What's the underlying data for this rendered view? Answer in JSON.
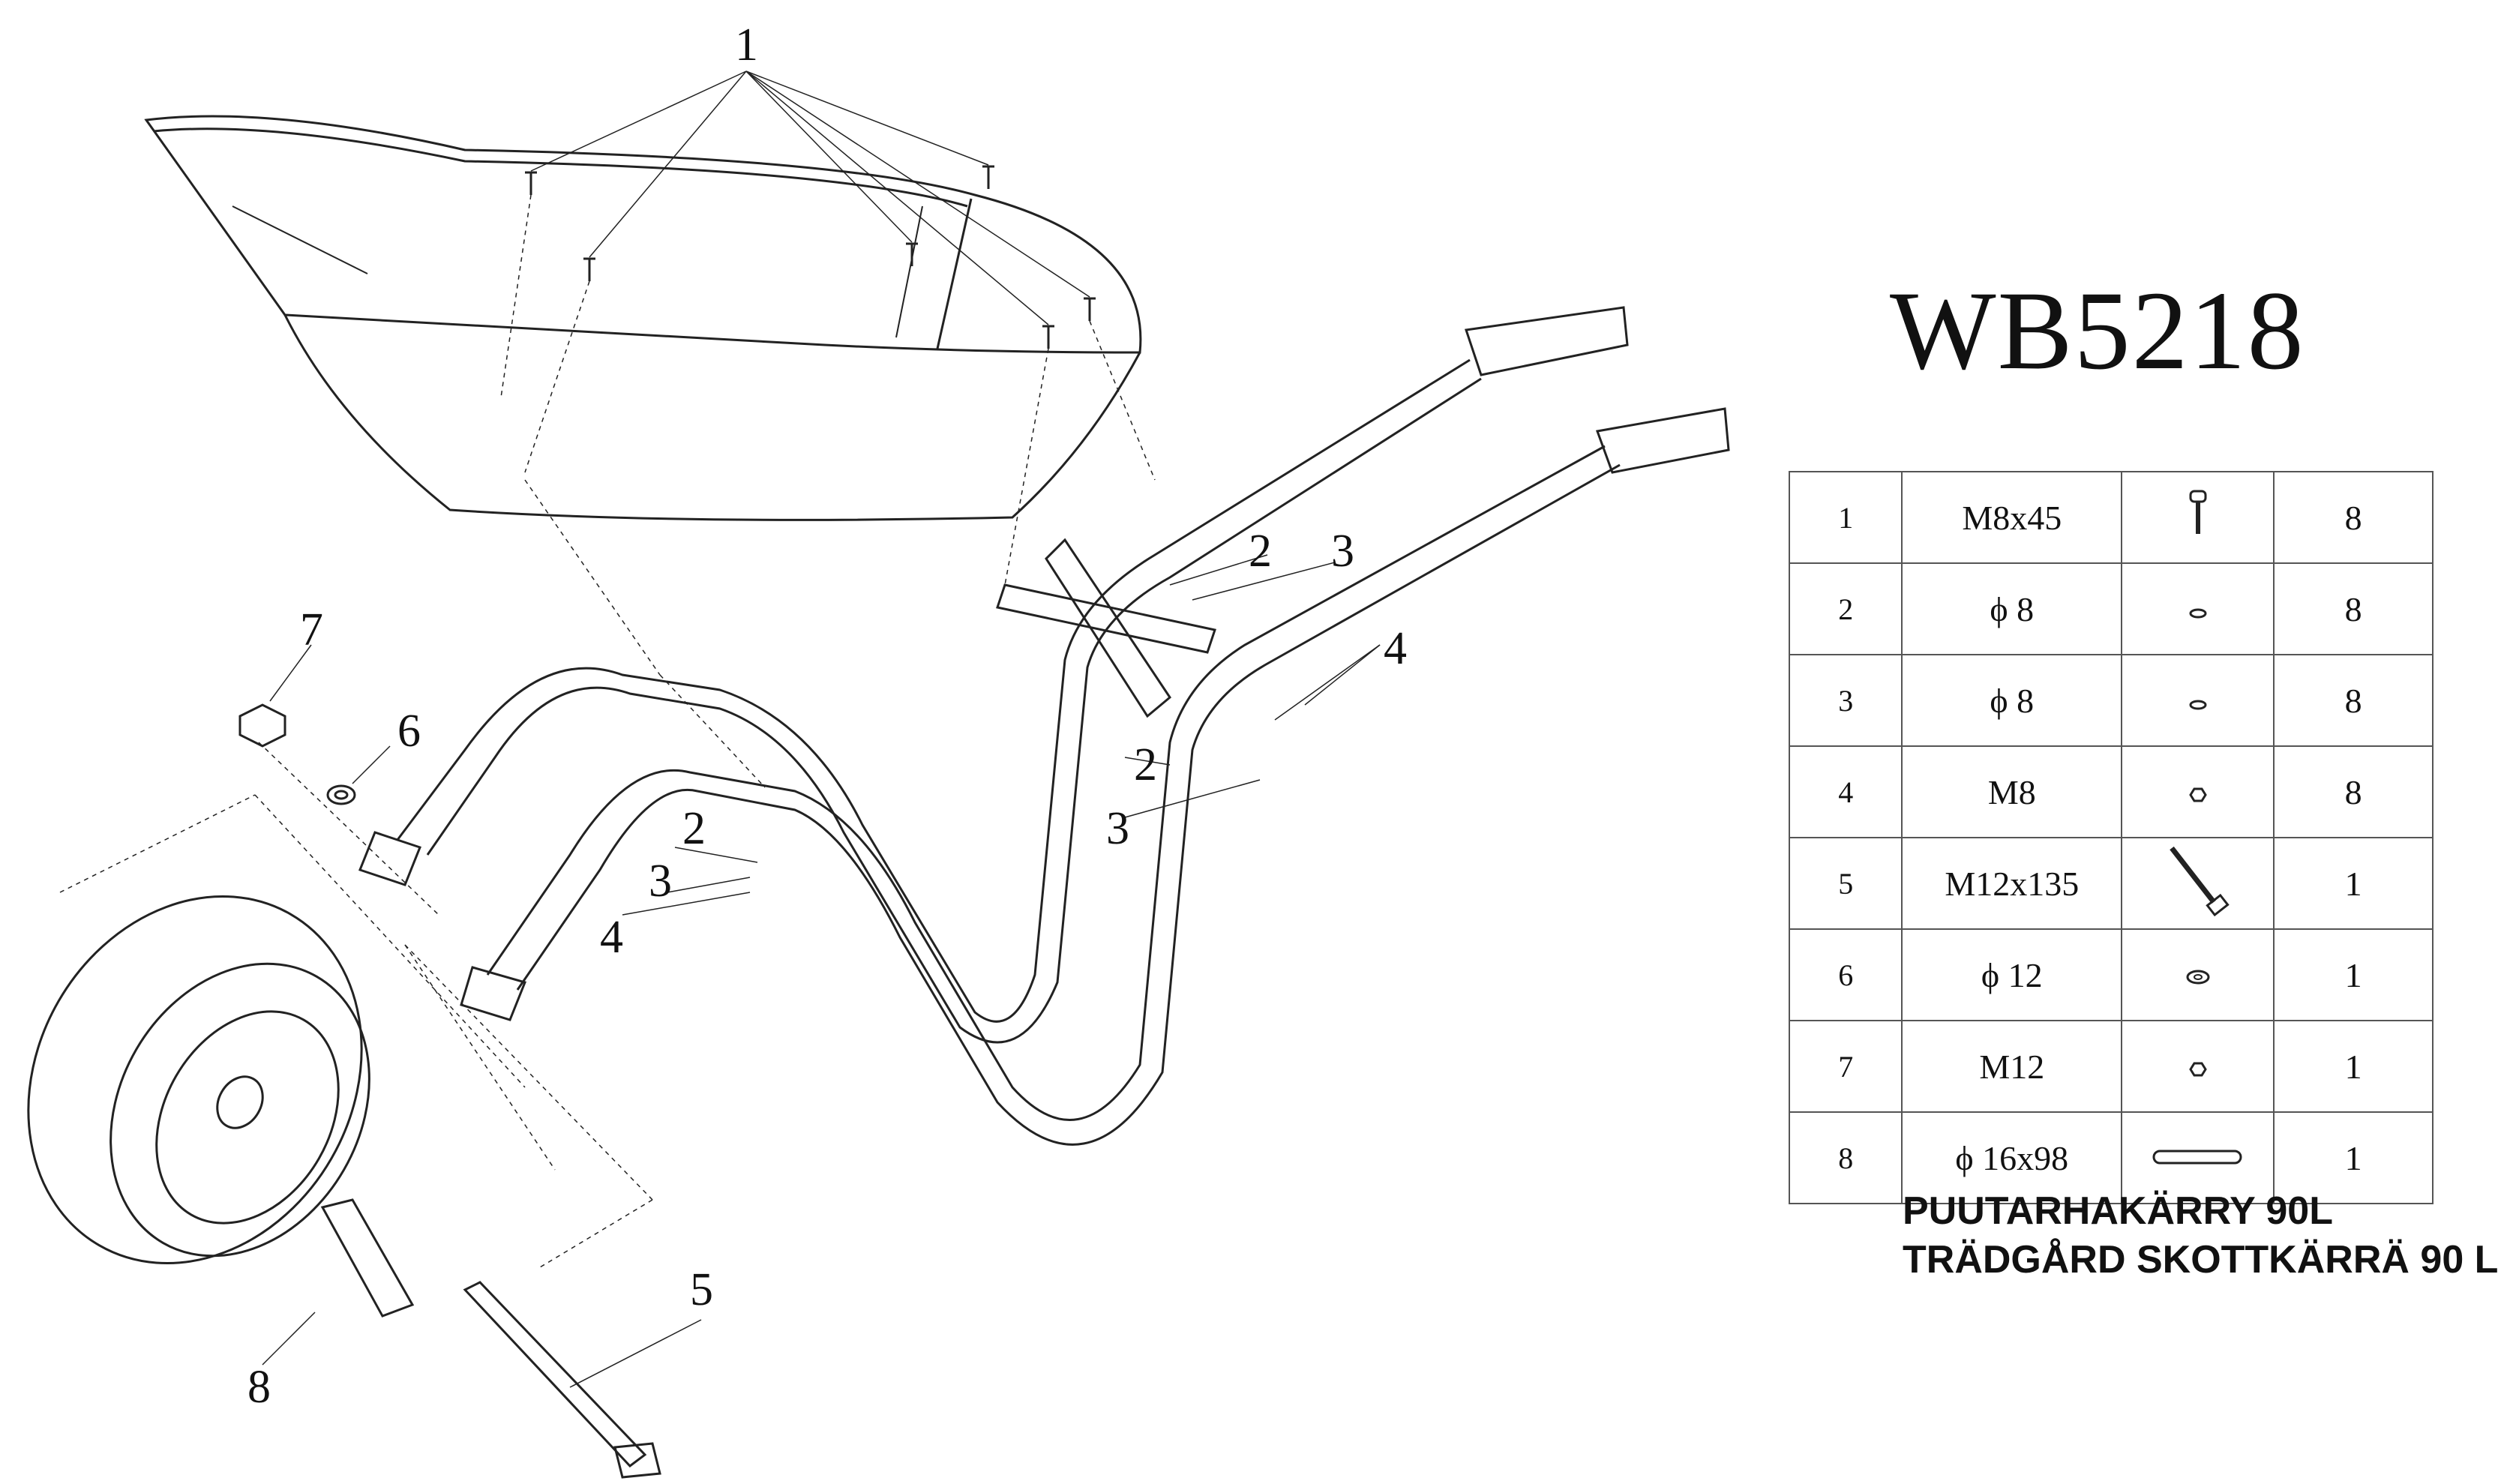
{
  "model": "WB5218",
  "callouts": {
    "c1": "1",
    "c2": "2",
    "c3": "3",
    "c4": "4",
    "c5": "5",
    "c6": "6",
    "c7": "7",
    "c8": "8"
  },
  "parts": [
    {
      "no": "1",
      "size": "M8x45",
      "icon": "bolt-icon",
      "qty": "8"
    },
    {
      "no": "2",
      "size": "ϕ 8",
      "icon": "spring-washer-icon",
      "qty": "8"
    },
    {
      "no": "3",
      "size": "ϕ 8",
      "icon": "flat-washer-icon",
      "qty": "8"
    },
    {
      "no": "4",
      "size": "M8",
      "icon": "nut-icon",
      "qty": "8"
    },
    {
      "no": "5",
      "size": "M12x135",
      "icon": "long-bolt-icon",
      "qty": "1"
    },
    {
      "no": "6",
      "size": "ϕ 12",
      "icon": "washer-icon",
      "qty": "1"
    },
    {
      "no": "7",
      "size": "M12",
      "icon": "nut-icon",
      "qty": "1"
    },
    {
      "no": "8",
      "size": "ϕ 16x98",
      "icon": "axle-tube-icon",
      "qty": "1"
    }
  ],
  "captions": {
    "line1": "PUUTARHAKÄRRY 90L",
    "line2": "TRÄDGÅRD SKOTTKÄRRÄ 90 L"
  }
}
